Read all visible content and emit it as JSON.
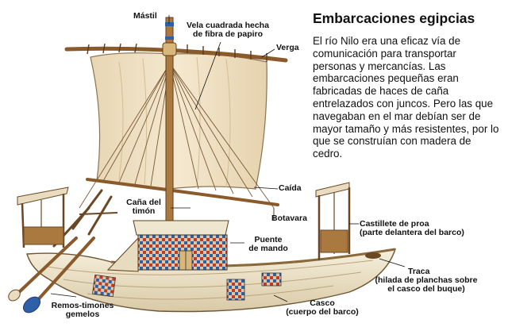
{
  "heading": {
    "title": "Embarcaciones egipcias",
    "text": "El río Nilo era una eficaz vía de comunicación para transportar personas y mercancías. Las embarcaciones pequeñas eran fabricadas de haces de caña entrelazados con juncos. Pero las que navegaban en el mar debían ser de mayor tamaño y más resistentes, por lo que se construían con madera de cedro."
  },
  "labels": {
    "mastil": "Mástil",
    "vela_1": "Vela cuadrada hecha",
    "vela_2": "de fibra de papiro",
    "verga": "Verga",
    "caida": "Caída",
    "cana_1": "Caña del",
    "cana_2": "timón",
    "botavara": "Botavara",
    "castillete_1": "Castillete de proa",
    "castillete_2": "(parte delantera del barco)",
    "puente_1": "Puente",
    "puente_2": "de mando",
    "traca_1": "Traca",
    "traca_2": "(hilada de planchas sobre",
    "traca_3": "el casco del buque)",
    "remos_1": "Remos-timones",
    "remos_2": "gemelos",
    "casco_1": "Casco",
    "casco_2": "(cuerpo del barco)"
  },
  "colors": {
    "sail": "#efe1c4",
    "hull": "#efe6cf",
    "wood": "#9c6e3c",
    "cabin_blue": "#2f5fa6",
    "cabin_red": "#c0392b"
  }
}
